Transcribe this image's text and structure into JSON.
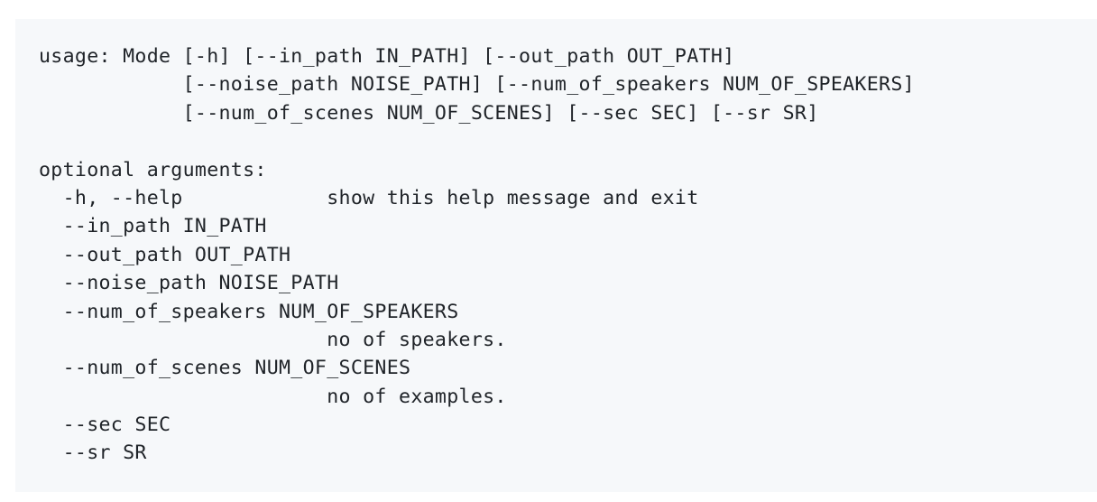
{
  "code_block": {
    "lines": [
      "usage: Mode [-h] [--in_path IN_PATH] [--out_path OUT_PATH]",
      "            [--noise_path NOISE_PATH] [--num_of_speakers NUM_OF_SPEAKERS]",
      "            [--num_of_scenes NUM_OF_SCENES] [--sec SEC] [--sr SR]",
      "",
      "optional arguments:",
      "  -h, --help            show this help message and exit",
      "  --in_path IN_PATH",
      "  --out_path OUT_PATH",
      "  --noise_path NOISE_PATH",
      "  --num_of_speakers NUM_OF_SPEAKERS",
      "                        no of speakers.",
      "  --num_of_scenes NUM_OF_SCENES",
      "                        no of examples.",
      "  --sec SEC",
      "  --sr SR"
    ]
  }
}
